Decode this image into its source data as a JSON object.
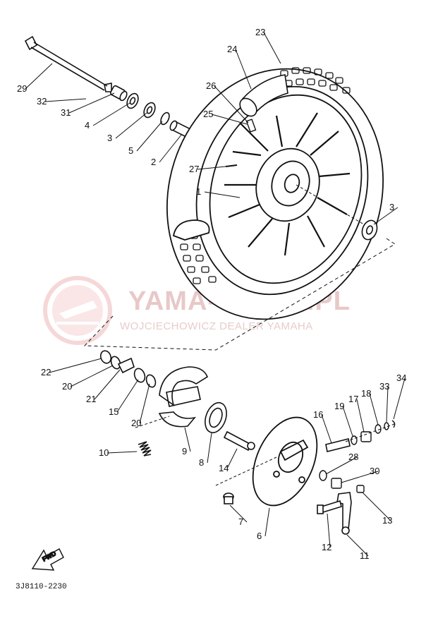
{
  "watermark": {
    "brand": "YAMA-SKLEP.PL",
    "tagline": "WOJCIECHOWICZ DEALER YAMAHA"
  },
  "diagram_code": "3J8110-2230",
  "fwd_label": "FWD",
  "callouts": [
    {
      "id": "c29",
      "label": "29"
    },
    {
      "id": "c32",
      "label": "32"
    },
    {
      "id": "c31",
      "label": "31"
    },
    {
      "id": "c4",
      "label": "4"
    },
    {
      "id": "c3a",
      "label": "3"
    },
    {
      "id": "c5",
      "label": "5"
    },
    {
      "id": "c2",
      "label": "2"
    },
    {
      "id": "c24",
      "label": "24"
    },
    {
      "id": "c23",
      "label": "23"
    },
    {
      "id": "c26",
      "label": "26"
    },
    {
      "id": "c25",
      "label": "25"
    },
    {
      "id": "c27",
      "label": "27"
    },
    {
      "id": "c1",
      "label": "1"
    },
    {
      "id": "c3b",
      "label": "3"
    },
    {
      "id": "c22",
      "label": "22"
    },
    {
      "id": "c20a",
      "label": "20"
    },
    {
      "id": "c21",
      "label": "21"
    },
    {
      "id": "c15",
      "label": "15"
    },
    {
      "id": "c20b",
      "label": "20"
    },
    {
      "id": "c10",
      "label": "10"
    },
    {
      "id": "c9",
      "label": "9"
    },
    {
      "id": "c8",
      "label": "8"
    },
    {
      "id": "c14",
      "label": "14"
    },
    {
      "id": "c16",
      "label": "16"
    },
    {
      "id": "c19",
      "label": "19"
    },
    {
      "id": "c17",
      "label": "17"
    },
    {
      "id": "c18",
      "label": "18"
    },
    {
      "id": "c33",
      "label": "33"
    },
    {
      "id": "c34",
      "label": "34"
    },
    {
      "id": "c28",
      "label": "28"
    },
    {
      "id": "c30",
      "label": "30"
    },
    {
      "id": "c13",
      "label": "13"
    },
    {
      "id": "c7",
      "label": "7"
    },
    {
      "id": "c6",
      "label": "6"
    },
    {
      "id": "c12",
      "label": "12"
    },
    {
      "id": "c11",
      "label": "11"
    }
  ]
}
